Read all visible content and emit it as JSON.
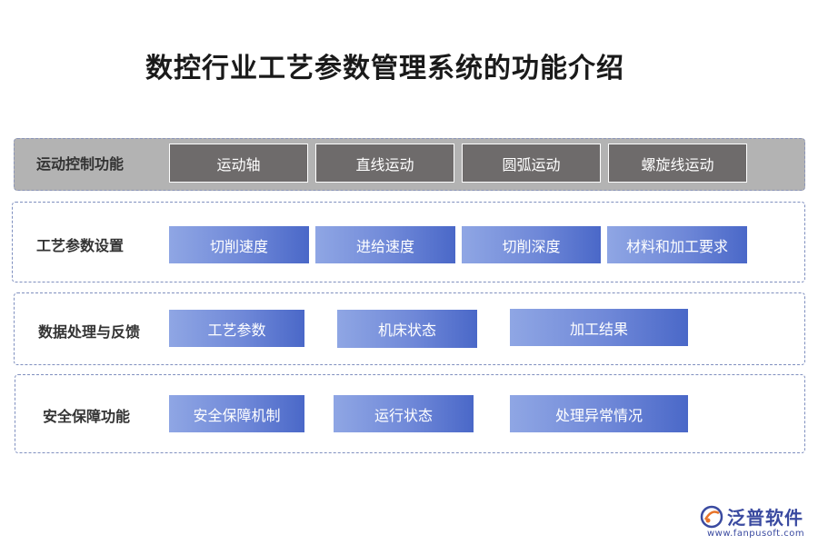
{
  "title": "数控行业工艺参数管理系统的功能介绍",
  "rows": [
    {
      "label": "运动控制功能",
      "items": [
        "运动轴",
        "直线运动",
        "圆弧运动",
        "螺旋线运动"
      ]
    },
    {
      "label": "工艺参数设置",
      "items": [
        "切削速度",
        "进给速度",
        "切削深度",
        "材料和加工要求"
      ]
    },
    {
      "label": "数据处理与反馈",
      "items": [
        "工艺参数",
        "机床状态",
        "加工结果"
      ]
    },
    {
      "label": "安全保障功能",
      "items": [
        "安全保障机制",
        "运行状态",
        "处理异常情况"
      ]
    }
  ],
  "logo": {
    "name": "泛普软件",
    "url": "www.fanpusoft.com"
  },
  "colors": {
    "dark_box": "#6e6b6b",
    "blue_start": "#8fa6e4",
    "blue_end": "#4a68c8",
    "row_border": "#7f8fbf",
    "gray_row": "#b3b3b3"
  }
}
